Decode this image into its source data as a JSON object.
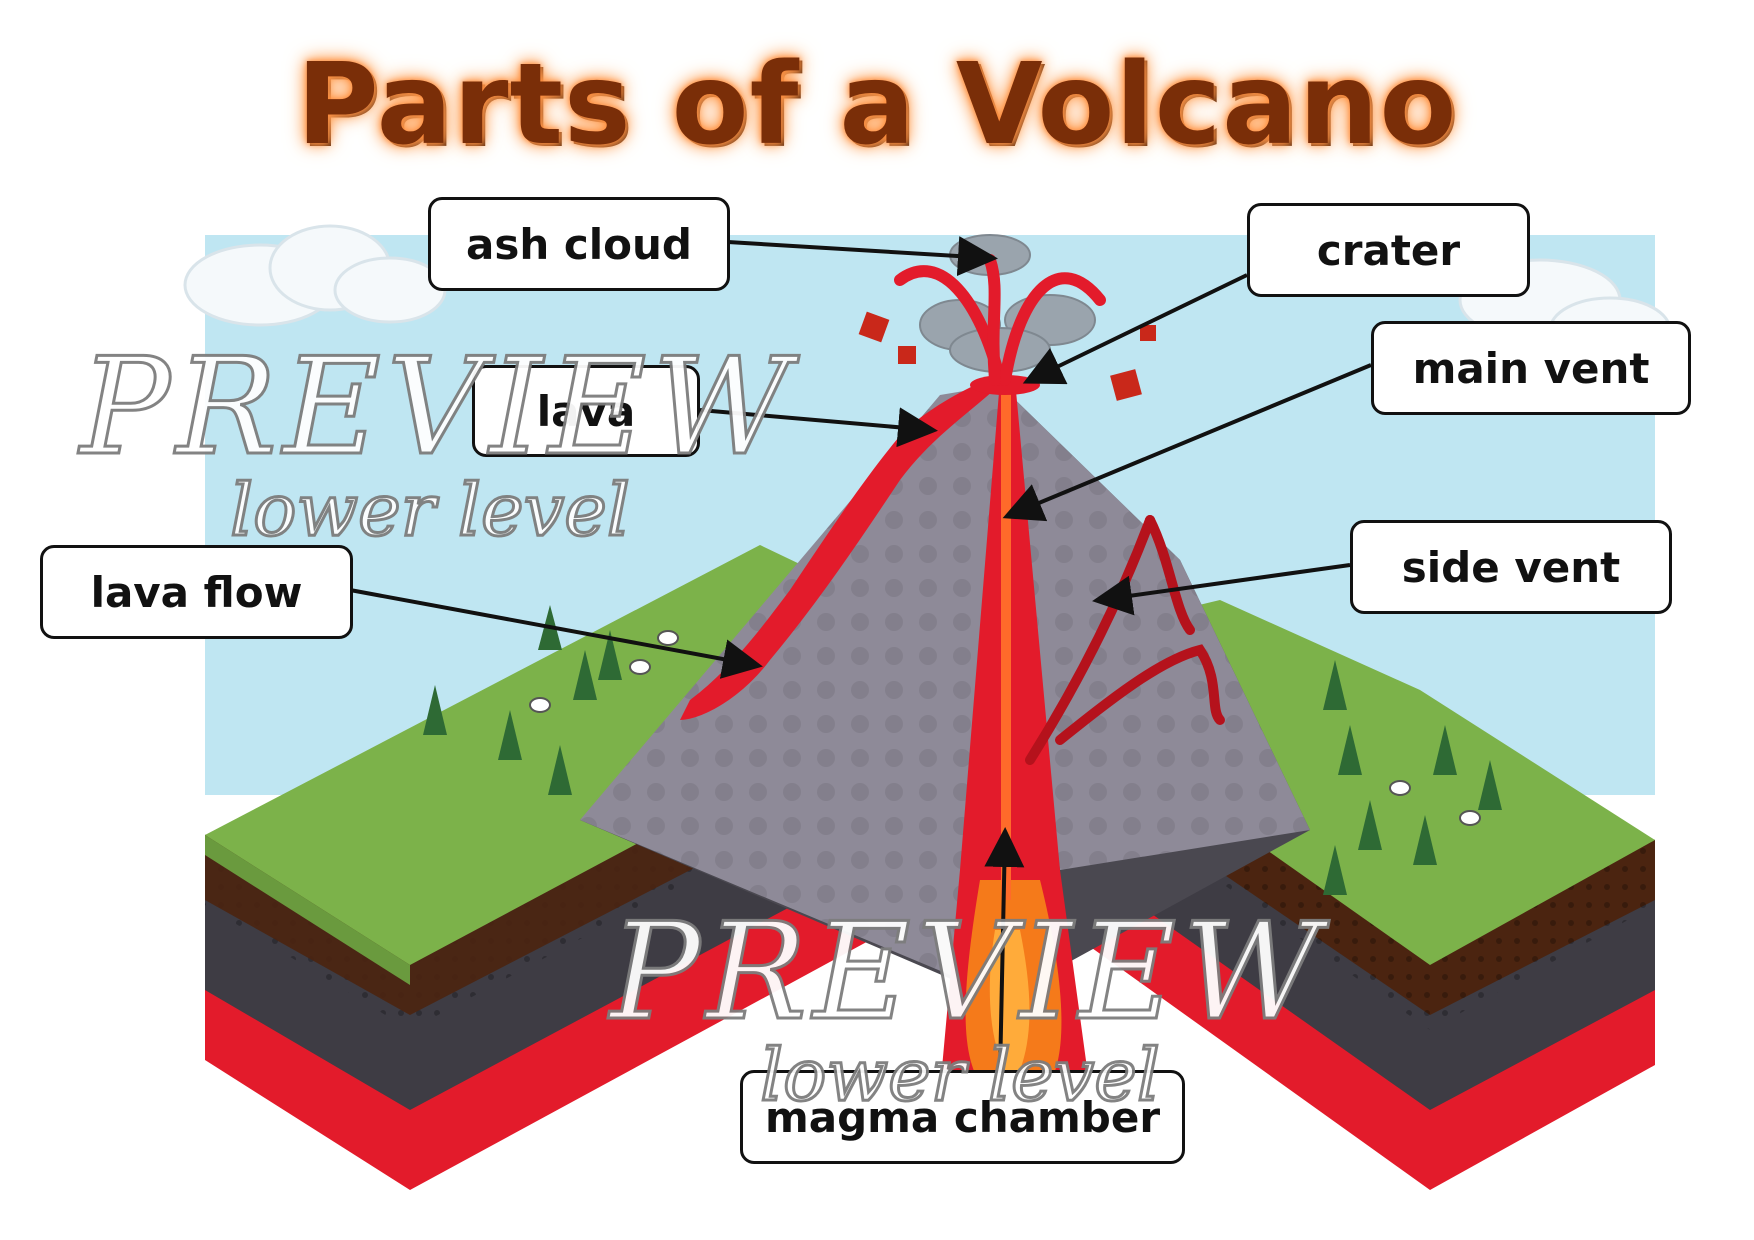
{
  "title": "Parts of a Volcano",
  "labels": {
    "ash_cloud": "ash cloud",
    "crater": "crater",
    "main_vent": "main vent",
    "lava": "lava",
    "side_vent": "side vent",
    "lava_flow": "lava flow",
    "magma_chamber": "magma chamber"
  },
  "watermark": {
    "text": "PREVIEW",
    "subtext": "lower level"
  },
  "colors": {
    "title": "#7a2e08",
    "title_glow": "#ff8a3a",
    "sky": "#bfe6f2",
    "lava": "#e0202a",
    "magma": "#f57a1a",
    "rock_light": "#8e8a98",
    "rock_dark": "#4a4850",
    "grass": "#7cb24a",
    "soil": "#4b2410"
  }
}
